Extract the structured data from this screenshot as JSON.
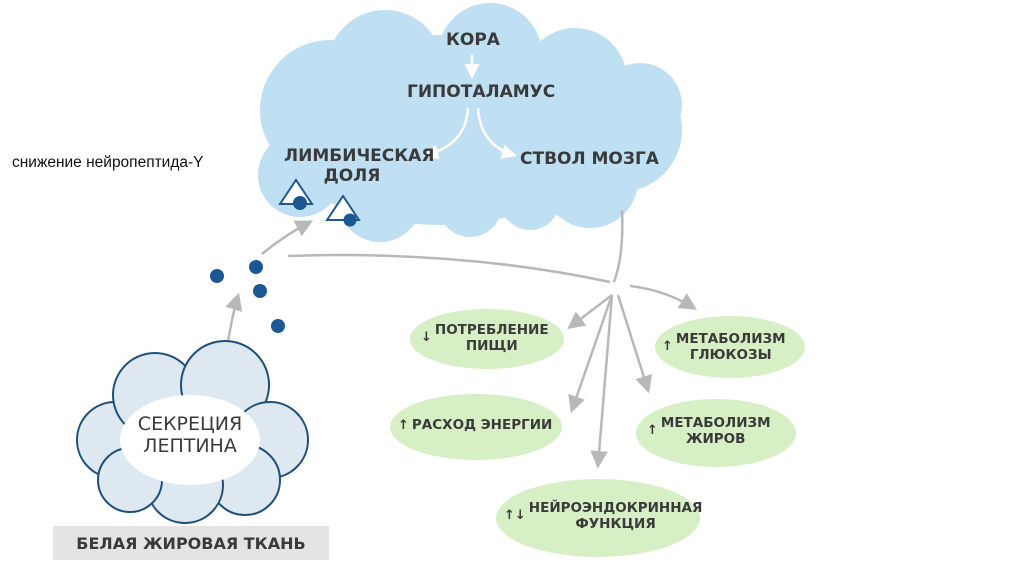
{
  "note": "снижение нейропептида-Y",
  "brain": {
    "cortex": "КОРА",
    "hypothalamus": "ГИПОТАЛАМУС",
    "limbic": [
      "ЛИМБИЧЕСКАЯ",
      "ДОЛЯ"
    ],
    "brainstem": "СТВОЛ МОЗГА"
  },
  "leptin": [
    "СЕКРЕЦИЯ",
    "ЛЕПТИНА"
  ],
  "tissue": "БЕЛАЯ ЖИРОВАЯ ТКАНЬ",
  "effects": {
    "food": {
      "arrow": "↓",
      "lines": [
        "ПОТРЕБЛЕНИЕ",
        "ПИЩИ"
      ]
    },
    "energy": {
      "arrow": "↑",
      "lines": [
        "РАСХОД ЭНЕРГИИ"
      ]
    },
    "neuro": {
      "arrow": "↑↓",
      "lines": [
        "НЕЙРОЭНДОКРИННАЯ",
        "ФУНКЦИЯ"
      ]
    },
    "glucose": {
      "arrow": "↑",
      "lines": [
        "МЕТАБОЛИЗМ",
        "ГЛЮКОЗЫ"
      ]
    },
    "fat": {
      "arrow": "↑",
      "lines": [
        "МЕТАБОЛИЗМ",
        "ЖИРОВ"
      ]
    }
  },
  "colors": {
    "brain_cloud": "#bfdff2",
    "fat_cloud": "#dde8f1",
    "fat_cloud_stroke": "#1f4f7a",
    "effect_fill": "#d6efc4",
    "leptin_dot": "#1b5793",
    "arrow_gray": "#b8b8b8"
  }
}
